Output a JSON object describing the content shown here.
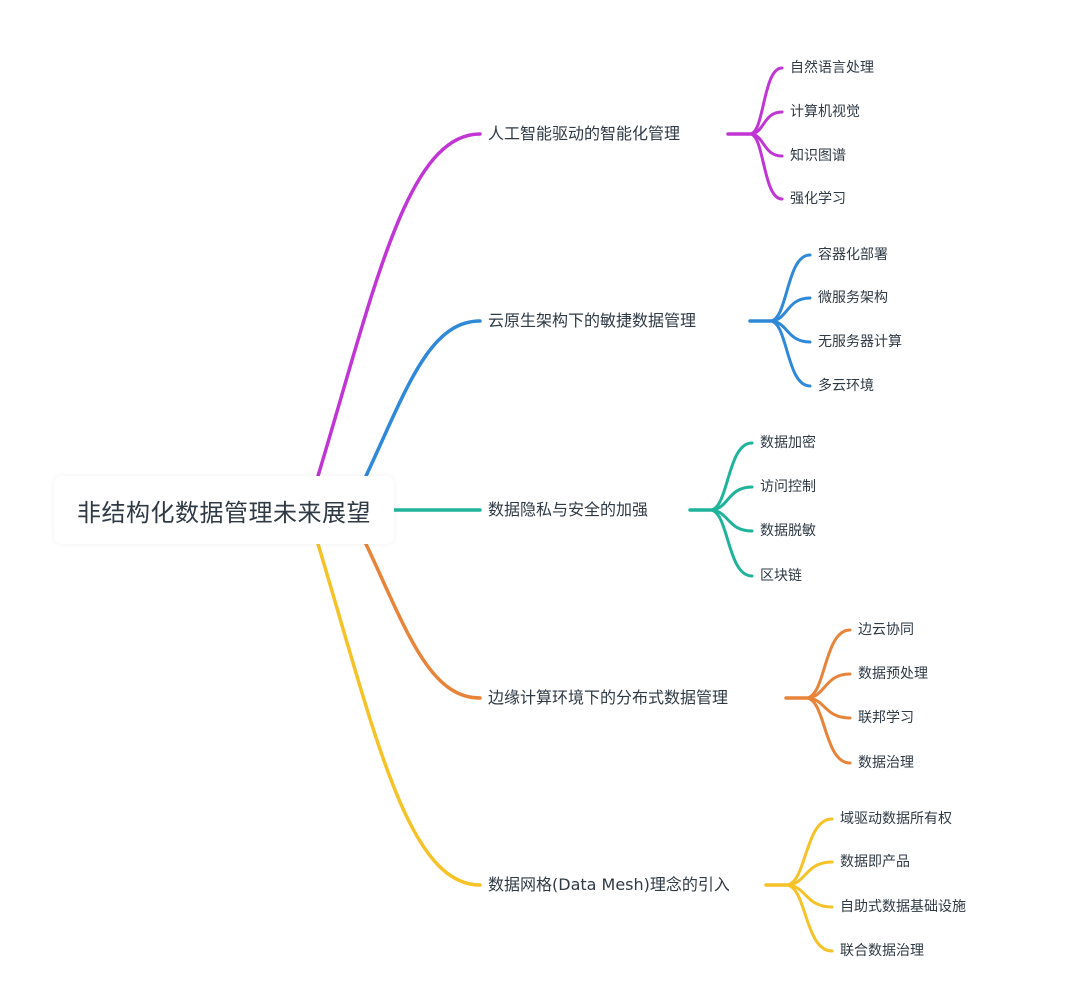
{
  "root": {
    "label": "非结构化数据管理未来展望"
  },
  "branches": [
    {
      "label": "人工智能驱动的智能化管理",
      "color": "#c035d4",
      "children": [
        "自然语言处理",
        "计算机视觉",
        "知识图谱",
        "强化学习"
      ]
    },
    {
      "label": "云原生架构下的敏捷数据管理",
      "color": "#2f88d8",
      "children": [
        "容器化部署",
        "微服务架构",
        "无服务器计算",
        "多云环境"
      ]
    },
    {
      "label": "数据隐私与安全的加强",
      "color": "#1fb39b",
      "children": [
        "数据加密",
        "访问控制",
        "数据脱敏",
        "区块链"
      ]
    },
    {
      "label": "边缘计算环境下的分布式数据管理",
      "color": "#e8833a",
      "children": [
        "边云协同",
        "数据预处理",
        "联邦学习",
        "数据治理"
      ]
    },
    {
      "label": "数据网格(Data Mesh)理念的引入",
      "color": "#f5c227",
      "children": [
        "域驱动数据所有权",
        "数据即产品",
        "自助式数据基础设施",
        "联合数据治理"
      ]
    }
  ]
}
